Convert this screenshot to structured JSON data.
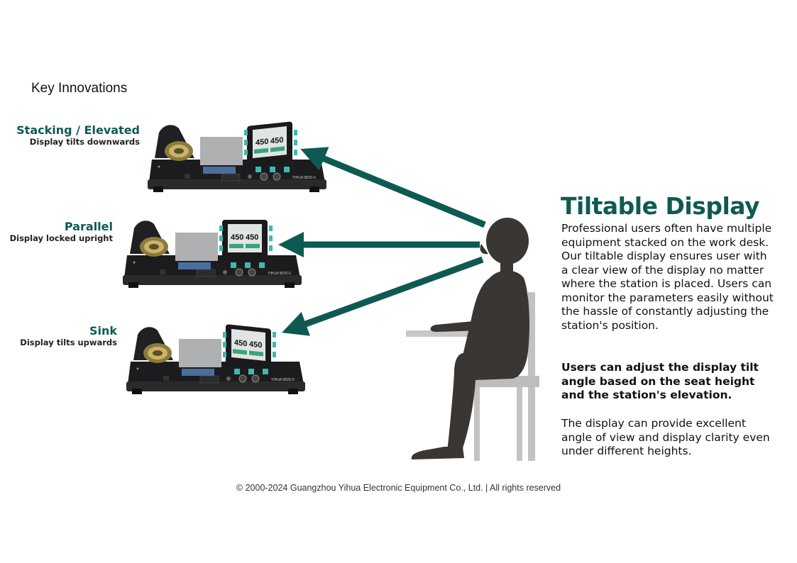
{
  "section_title": "Key Innovations",
  "variants": [
    {
      "name": "Stacking / Elevated",
      "desc": "Display tilts downwards"
    },
    {
      "name": "Parallel",
      "desc": "Display locked upright"
    },
    {
      "name": "Sink",
      "desc": "Display tilts upwards"
    }
  ],
  "device": {
    "reading_left": "450",
    "reading_right": "450",
    "model_label": "YIHUA 982D-II"
  },
  "feature": {
    "headline": "Tiltable Display",
    "paragraph1": "Professional users often have multiple equipment stacked on the work desk. Our tiltable display ensures user with a clear view of the display no matter where the station is placed. Users can monitor the parameters easily without the hassle of constantly adjusting the station's position.",
    "paragraph2": "Users can adjust the display tilt angle based on the seat height and the station's elevation.",
    "paragraph3": "The display can provide excellent angle of view and display clarity even under different heights."
  },
  "footer": "© 2000-2024 Guangzhou Yihua Electronic Equipment Co., Ltd. | All rights reserved",
  "colors": {
    "accent": "#0e5a52",
    "silhouette": "#3a3634",
    "furniture": "#bdbdbd"
  },
  "icons": [
    "soldering-station-image",
    "person-silhouette-image",
    "arrow-icon"
  ]
}
